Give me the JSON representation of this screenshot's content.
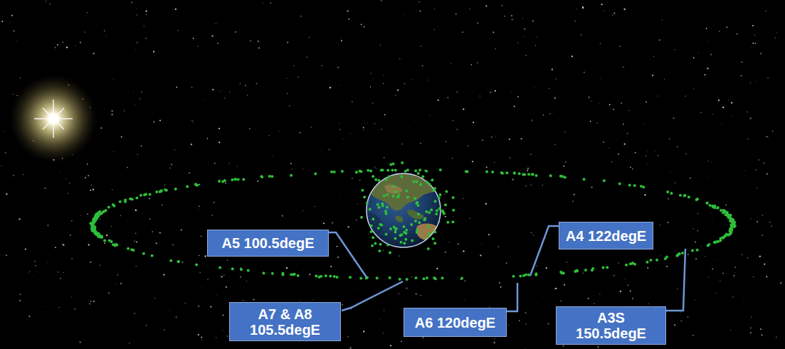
{
  "diagram": {
    "nodes": [
      {
        "text": [
          "A5 100.5degE"
        ]
      },
      {
        "text": [
          "A4 122degE"
        ]
      },
      {
        "text": [
          "A7 & A8 105.5degE"
        ]
      },
      {
        "text": [
          "A6 120degE"
        ]
      },
      {
        "text": [
          "A3S 150.5degE"
        ]
      }
    ]
  }
}
